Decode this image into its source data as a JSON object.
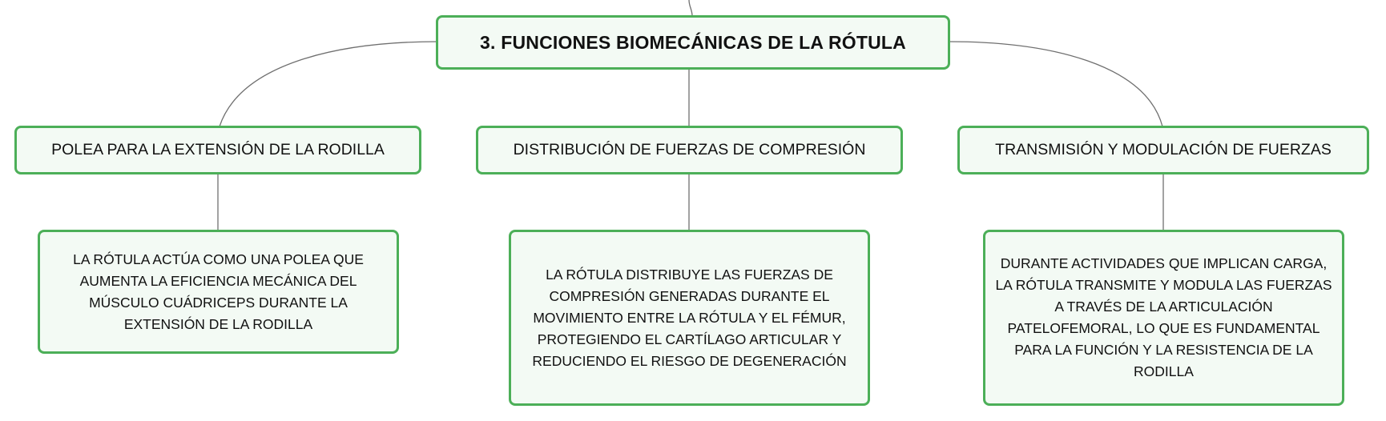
{
  "colors": {
    "node_border": "#4caf58",
    "node_fill": "#f3faf4",
    "connector": "#6f6f6f",
    "text": "#111111"
  },
  "root": {
    "label": "3. FUNCIONES BIOMECÁNICAS DE LA RÓTULA"
  },
  "branches": [
    {
      "label": "POLEA PARA LA EXTENSIÓN DE LA RODILLA",
      "detail": "LA RÓTULA ACTÚA COMO UNA POLEA QUE AUMENTA LA EFICIENCIA MECÁNICA DEL MÚSCULO CUÁDRICEPS DURANTE LA EXTENSIÓN DE LA RODILLA"
    },
    {
      "label": "DISTRIBUCIÓN DE FUERZAS DE COMPRESIÓN",
      "detail": "LA RÓTULA DISTRIBUYE LAS FUERZAS DE COMPRESIÓN GENERADAS DURANTE EL MOVIMIENTO ENTRE LA RÓTULA Y EL FÉMUR, PROTEGIENDO EL CARTÍLAGO ARTICULAR Y REDUCIENDO EL RIESGO DE DEGENERACIÓN"
    },
    {
      "label": "TRANSMISIÓN Y MODULACIÓN DE FUERZAS",
      "detail": "DURANTE ACTIVIDADES QUE IMPLICAN CARGA, LA RÓTULA TRANSMITE Y MODULA LAS FUERZAS A TRAVÉS DE LA ARTICULACIÓN PATELOFEMORAL, LO QUE ES FUNDAMENTAL PARA LA FUNCIÓN Y LA RESISTENCIA DE LA RODILLA"
    }
  ]
}
